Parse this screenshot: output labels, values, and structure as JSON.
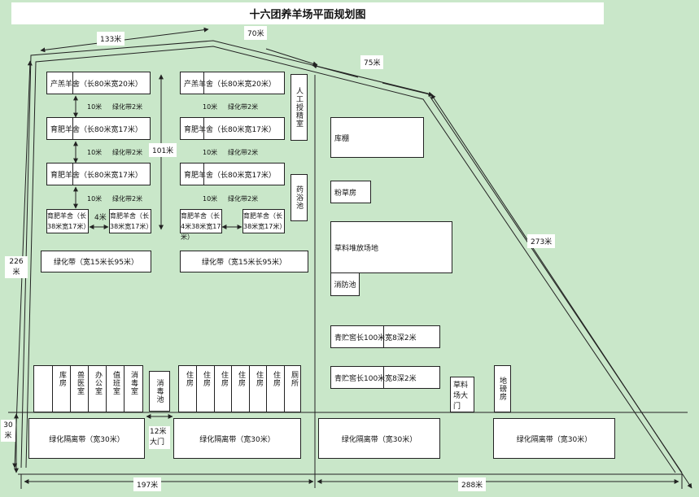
{
  "title": "十六团养羊场平面规划图",
  "dimensions": {
    "top_left": "133米",
    "top_mid": "70米",
    "top_right": "75米",
    "right": "273米",
    "left": "226米",
    "left_small": "30米",
    "bottom_left": "197米",
    "bottom_right": "288米",
    "pen_gap": "101米",
    "small_gap_1": "4米"
  },
  "pens": {
    "left_row1": "产羔羊舍（长80米宽20米）",
    "left_row2": "育肥羊舍（长80米宽17米）",
    "left_row3": "育肥羊舍（长80米宽17米）",
    "left_row4a": "育肥羊舍（长38米宽17米）",
    "left_row4b": "育肥羊舍（长38米宽17米）",
    "right_row1": "产羔羊舍（长80米宽20米）",
    "right_row2": "育肥羊舍（长80米宽17米）",
    "right_row3": "育肥羊舍（长80米宽17米）",
    "right_row4a": "育肥羊舍（长4米38米宽17米）",
    "right_row4b": "育肥羊舍（长38米宽17米）"
  },
  "gap_notes": {
    "gap": "10米",
    "green": "绿化带2米"
  },
  "labels": {
    "insemination": "人工授精室",
    "dip_pool": "药浴池",
    "shed": "库棚",
    "feed_room": "粉草房",
    "hay_yard": "草料堆放场地",
    "fire_pool": "消防池",
    "silage1": "青贮窖长100米宽8深2米",
    "silage2": "青贮窖长100米宽8深2米",
    "hay_gate": "草料场大门",
    "scale_room": "地磅房",
    "green_left": "绿化带（宽15米长95米）",
    "green_right": "绿化带（宽15米长95米）",
    "disinfect_pool": "消毒池",
    "gate": "12米大门",
    "iso1": "绿化隔离带（宽30米）",
    "iso2": "绿化隔离带（宽30米）",
    "iso3": "绿化隔离带（宽30米）",
    "iso4": "绿化隔离带（宽30米）"
  },
  "rooms_left": [
    "库房",
    "兽医室",
    "办公室",
    "值班室",
    "消毒室"
  ],
  "rooms_right": [
    "住房",
    "住房",
    "住房",
    "住房",
    "住房",
    "住房",
    "厕所"
  ],
  "colors": {
    "background": "#c9e7c9",
    "line": "#222222",
    "fill": "#ffffff"
  }
}
